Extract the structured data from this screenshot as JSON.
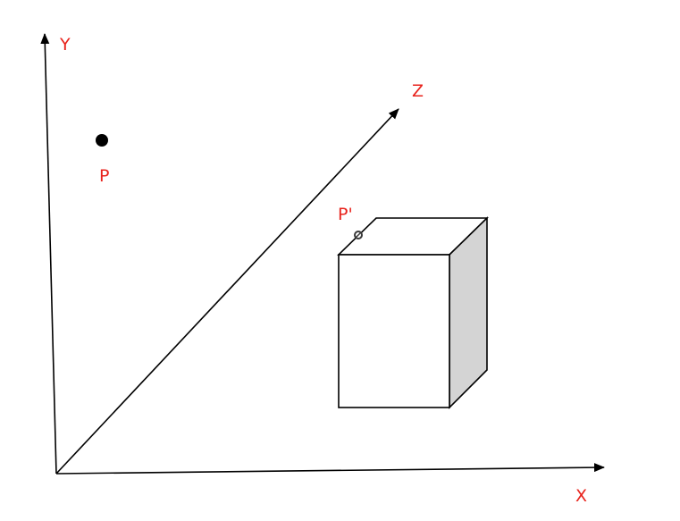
{
  "colors": {
    "label": "#e8231c",
    "stroke": "#000000",
    "box_face": "#ffffff",
    "box_side": "#d4d4d4"
  },
  "labels": {
    "y_axis": "Y",
    "z_axis": "Z",
    "x_axis": "X",
    "point_p": "P",
    "point_p_prime": "P'"
  }
}
